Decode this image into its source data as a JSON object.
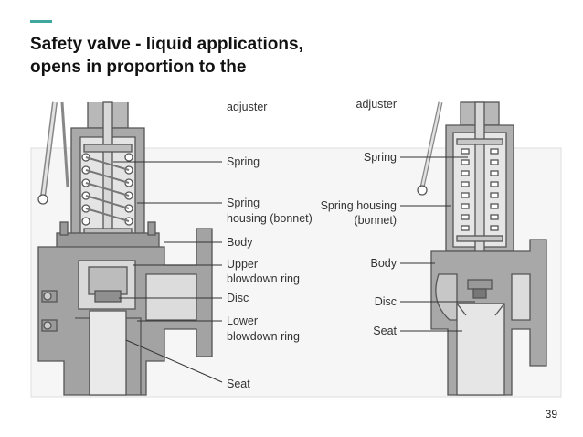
{
  "slide": {
    "title_line1": "Safety valve - liquid applications,",
    "title_line2": "opens in proportion to the",
    "page_number": "39",
    "accent_color": "#3fa7a0"
  },
  "left_valve": {
    "labels": {
      "adjuster": "adjuster",
      "spring": "Spring",
      "spring_housing_1": "Spring",
      "spring_housing_2": "housing (bonnet)",
      "body": "Body",
      "upper_ring_1": "Upper",
      "upper_ring_2": "blowdown ring",
      "disc": "Disc",
      "lower_ring_1": "Lower",
      "lower_ring_2": "blowdown ring",
      "seat": "Seat"
    }
  },
  "right_valve": {
    "labels": {
      "adjuster": "adjuster",
      "spring": "Spring",
      "spring_housing_1": "Spring housing",
      "spring_housing_2": "(bonnet)",
      "body": "Body",
      "disc": "Disc",
      "seat": "Seat"
    }
  }
}
